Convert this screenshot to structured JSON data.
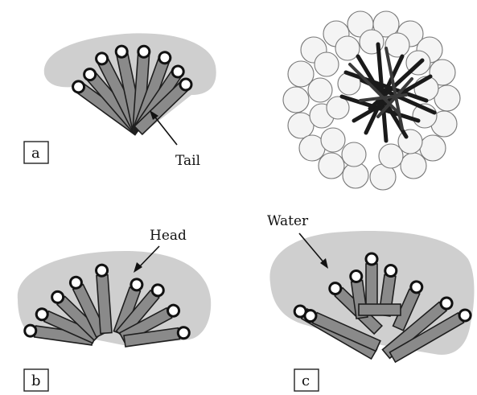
{
  "figure": {
    "panel_labels": {
      "a": "a",
      "b": "b",
      "c": "c"
    },
    "annotations": {
      "tail": "Tail",
      "head": "Head",
      "water": "Water"
    }
  }
}
